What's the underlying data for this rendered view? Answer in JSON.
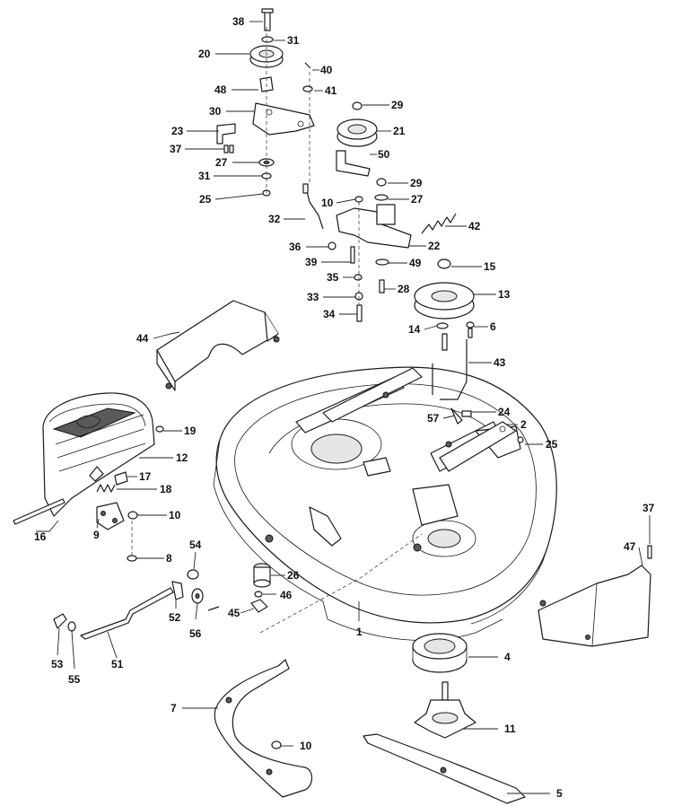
{
  "labels": [
    "38",
    "31",
    "20",
    "40",
    "48",
    "41",
    "30",
    "29",
    "23",
    "21",
    "37",
    "50",
    "27",
    "31",
    "29",
    "25",
    "10",
    "27",
    "32",
    "42",
    "36",
    "22",
    "39",
    "49",
    "15",
    "35",
    "28",
    "13",
    "33",
    "34",
    "14",
    "6",
    "44",
    "43",
    "57",
    "24",
    "2",
    "19",
    "25",
    "12",
    "17",
    "18",
    "37",
    "10",
    "16",
    "9",
    "8",
    "47",
    "54",
    "26",
    "46",
    "45",
    "52",
    "56",
    "53",
    "55",
    "51",
    "1",
    "4",
    "7",
    "11",
    "10",
    "5"
  ],
  "colors": {
    "ink": "#111111",
    "fill": "#ffffff",
    "shade": "#e6e6e6"
  }
}
